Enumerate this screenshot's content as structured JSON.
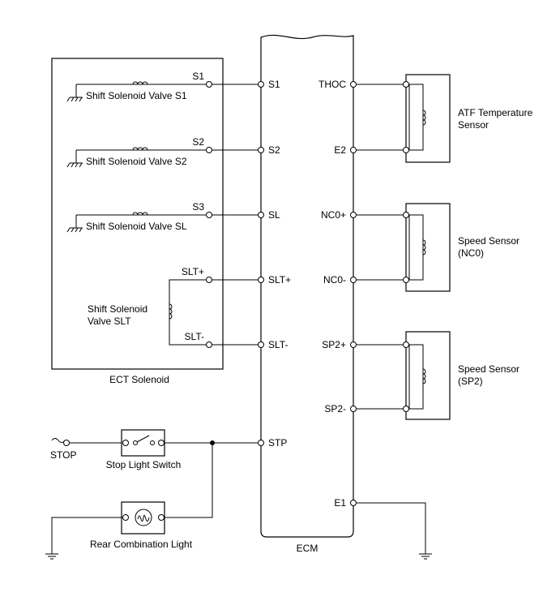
{
  "ect": {
    "label": "ECT Solenoid",
    "valves": [
      "Shift Solenoid Valve S1",
      "Shift Solenoid Valve S2",
      "Shift Solenoid Valve SL"
    ],
    "valve_slt": [
      "Shift Solenoid",
      "Valve SLT"
    ],
    "pins": [
      "S1",
      "S2",
      "S3",
      "SLT+",
      "SLT-"
    ]
  },
  "ecm": {
    "label": "ECM",
    "left_pins": [
      "S1",
      "S2",
      "SL",
      "SLT+",
      "SLT-",
      "STP"
    ],
    "right_pins": [
      "THOC",
      "E2",
      "NC0+",
      "NC0-",
      "SP2+",
      "SP2-",
      "E1"
    ]
  },
  "sensors": {
    "atf": [
      "ATF Temperature",
      "Sensor"
    ],
    "nc0": [
      "Speed Sensor",
      "(NC0)"
    ],
    "sp2": [
      "Speed Sensor",
      "(SP2)"
    ]
  },
  "stop": {
    "source": "STOP",
    "switch": "Stop Light Switch",
    "light": "Rear Combination Light"
  }
}
